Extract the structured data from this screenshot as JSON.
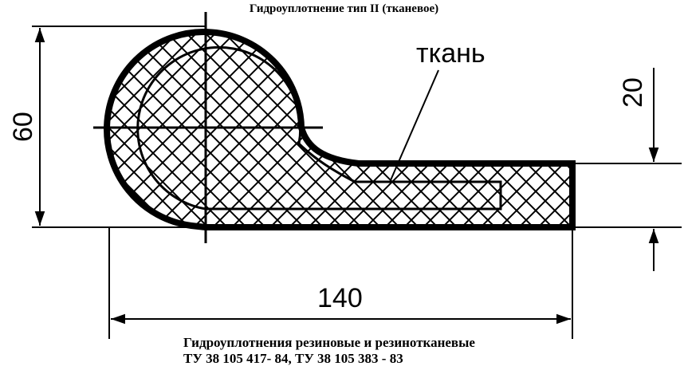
{
  "title": "Гидроуплотнение тип II (тканевое)",
  "footer": {
    "line1": "Гидроуплотнения резиновые и резинотканевые",
    "line2": "ТУ 38 105 417- 84, ТУ 38 105 383 - 83"
  },
  "labels": {
    "fabric": "ткань"
  },
  "dimensions": {
    "height": "60",
    "flange": "20",
    "length": "140"
  }
}
